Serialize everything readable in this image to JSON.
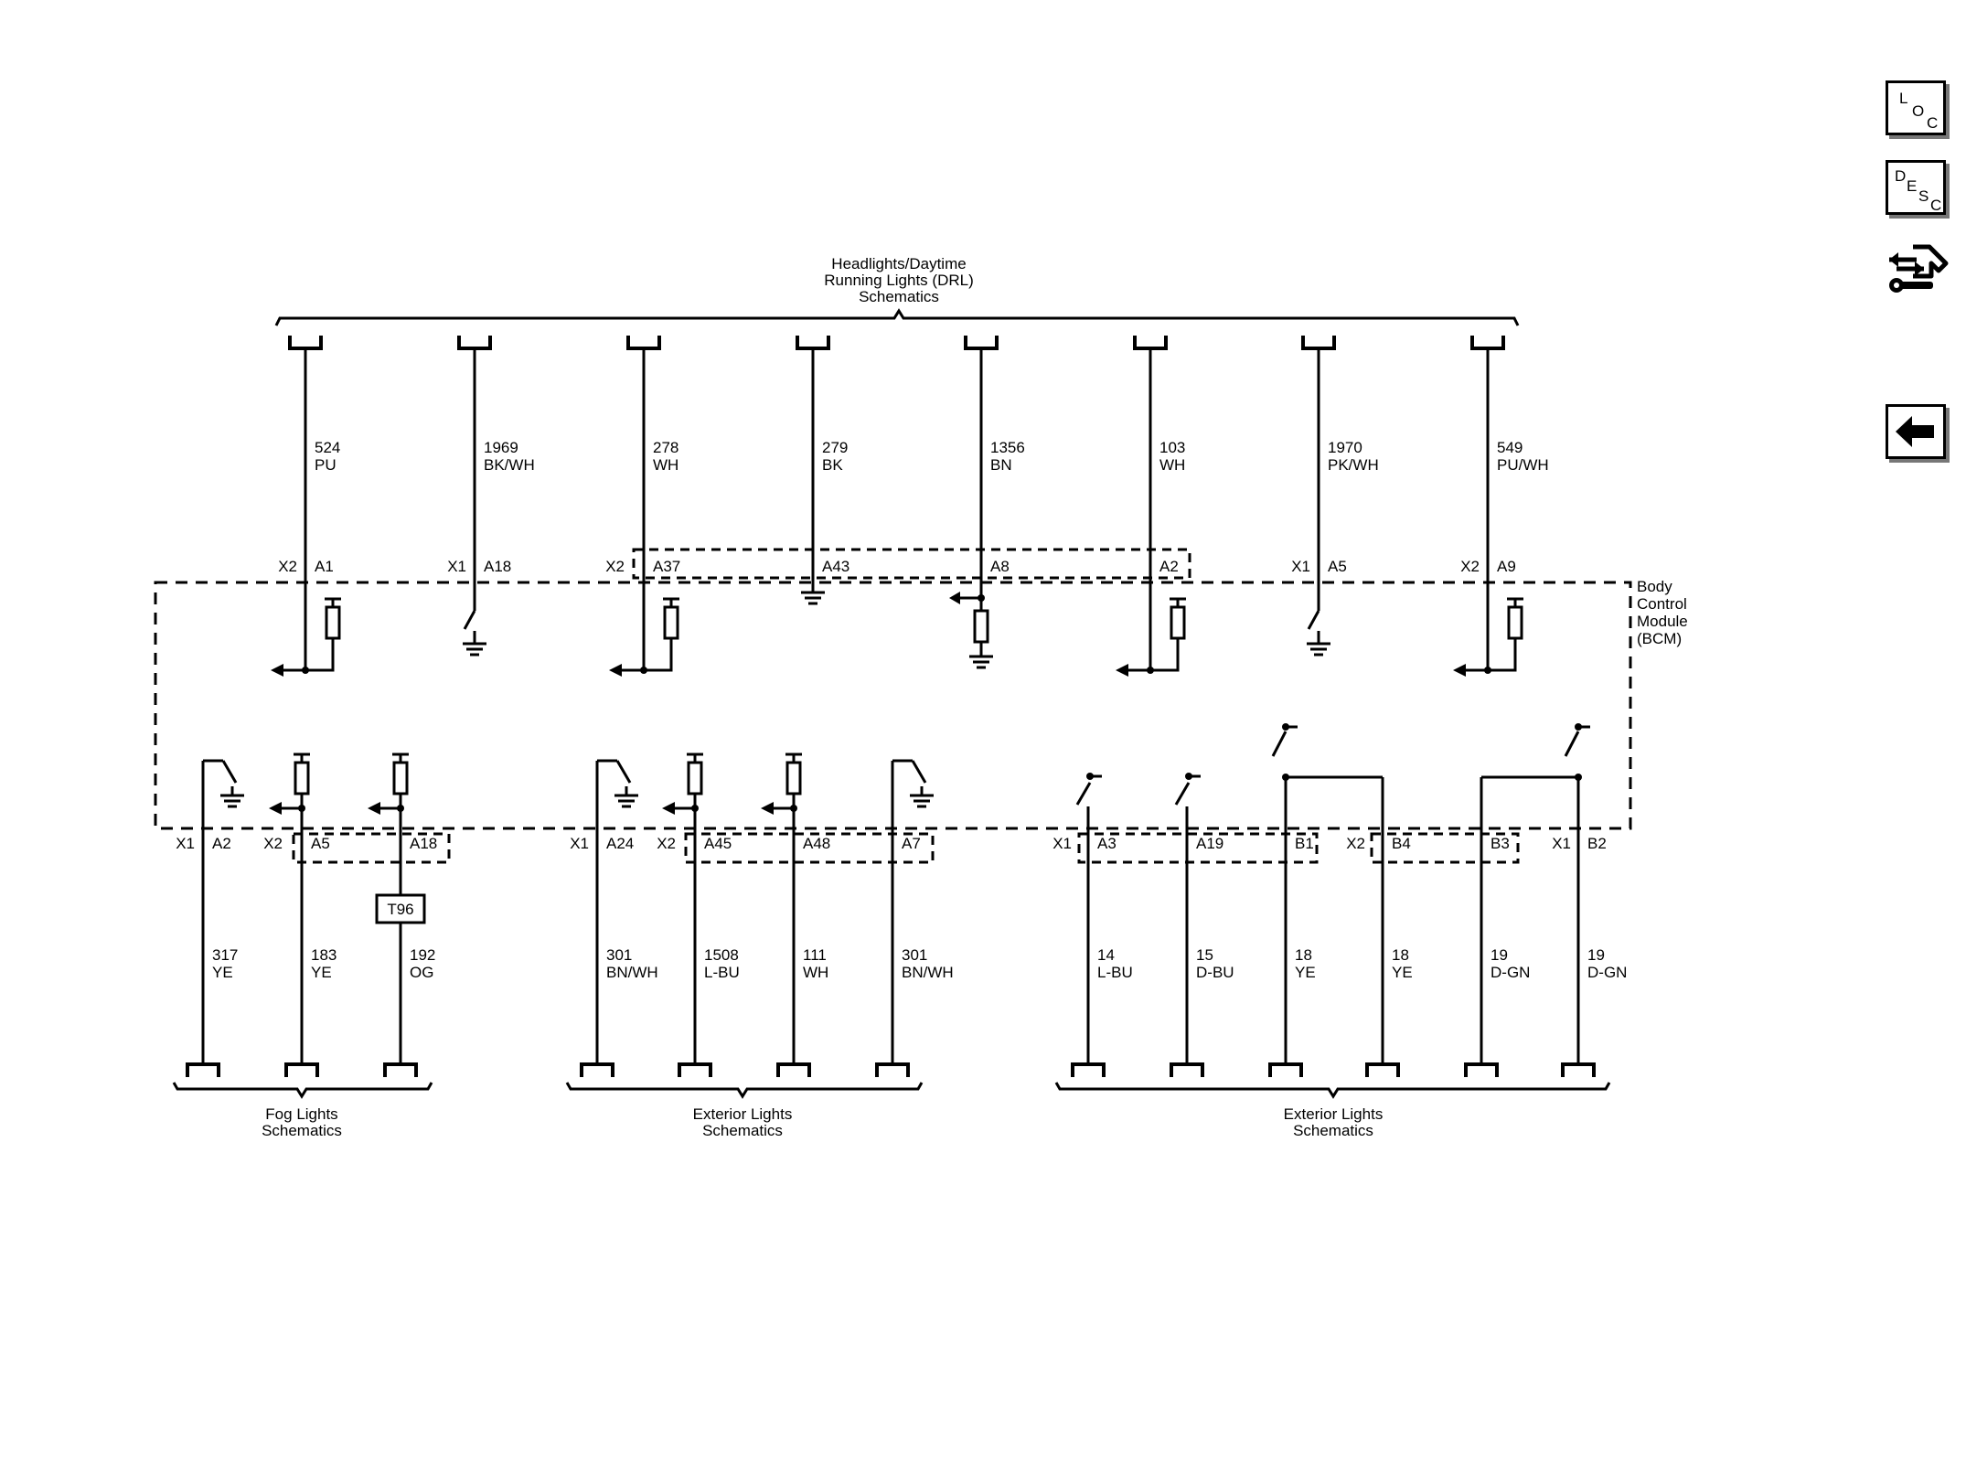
{
  "side_buttons": {
    "loc": {
      "letters": [
        "L",
        "O",
        "C"
      ]
    },
    "desc": {
      "letters": [
        "D",
        "E",
        "S",
        "C"
      ]
    },
    "connector_icon": "wiring-connector-icon",
    "back_icon": "left-arrow-icon"
  },
  "top_group": {
    "line1": "Headlights/Daytime",
    "line2": "Running Lights (DRL)",
    "line3": "Schematics"
  },
  "module": {
    "line1": "Body",
    "line2": "Control",
    "line3": "Module",
    "line4": "(BCM)"
  },
  "top_circuits": [
    {
      "connector": "X2",
      "pin": "A1",
      "circuit": "524",
      "color": "PU"
    },
    {
      "connector": "X1",
      "pin": "A18",
      "circuit": "1969",
      "color": "BK/WH"
    },
    {
      "connector": "X2",
      "pin": "A37",
      "circuit": "278",
      "color": "WH"
    },
    {
      "connector": "",
      "pin": "A43",
      "circuit": "279",
      "color": "BK"
    },
    {
      "connector": "",
      "pin": "A8",
      "circuit": "1356",
      "color": "BN"
    },
    {
      "connector": "",
      "pin": "A2",
      "circuit": "103",
      "color": "WH"
    },
    {
      "connector": "X1",
      "pin": "A5",
      "circuit": "1970",
      "color": "PK/WH"
    },
    {
      "connector": "X2",
      "pin": "A9",
      "circuit": "549",
      "color": "PU/WH"
    }
  ],
  "bottom_circuits": [
    {
      "connector": "X1",
      "pin": "A2",
      "circuit": "317",
      "color": "YE"
    },
    {
      "connector": "X2",
      "pin": "A5",
      "circuit": "183",
      "color": "YE"
    },
    {
      "connector": "",
      "pin": "A18",
      "circuit": "192",
      "color": "OG"
    },
    {
      "connector": "X1",
      "pin": "A24",
      "circuit": "301",
      "color": "BN/WH"
    },
    {
      "connector": "X2",
      "pin": "A45",
      "circuit": "1508",
      "color": "L-BU"
    },
    {
      "connector": "",
      "pin": "A48",
      "circuit": "111",
      "color": "WH"
    },
    {
      "connector": "",
      "pin": "A7",
      "circuit": "301",
      "color": "BN/WH"
    },
    {
      "connector": "X1",
      "pin": "A3",
      "circuit": "14",
      "color": "L-BU"
    },
    {
      "connector": "",
      "pin": "A19",
      "circuit": "15",
      "color": "D-BU"
    },
    {
      "connector": "",
      "pin": "B1",
      "circuit": "18",
      "color": "YE"
    },
    {
      "connector": "X2",
      "pin": "B4",
      "circuit": "18",
      "color": "YE"
    },
    {
      "connector": "",
      "pin": "B3",
      "circuit": "19",
      "color": "D-GN"
    },
    {
      "connector": "X1",
      "pin": "B2",
      "circuit": "19",
      "color": "D-GN"
    }
  ],
  "inline_component": "T96",
  "bottom_groups": [
    {
      "line1": "Fog Lights",
      "line2": "Schematics"
    },
    {
      "line1": "Exterior Lights",
      "line2": "Schematics"
    },
    {
      "line1": "Exterior Lights",
      "line2": "Schematics"
    }
  ]
}
